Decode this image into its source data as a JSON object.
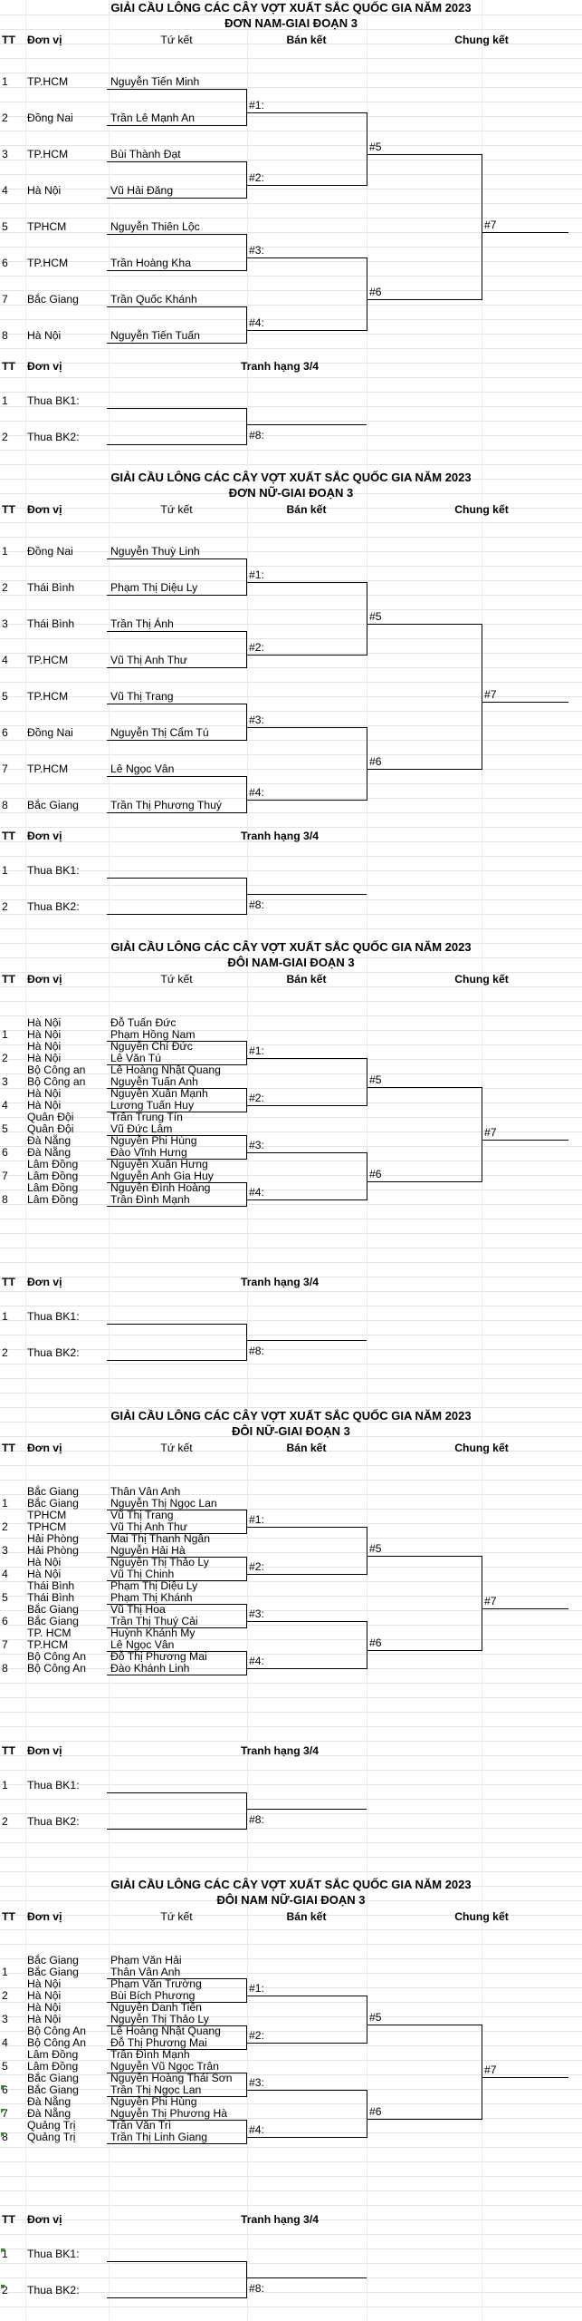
{
  "headers": {
    "tt": "TT",
    "unit": "Đơn vị",
    "qf": "Tứ kết",
    "sf": "Bán kết",
    "final": "Chung kết",
    "third": "Tranh hạng 3/4"
  },
  "third_place": {
    "bk1": "Thua BK1:",
    "bk2": "Thua BK2:"
  },
  "sections": [
    {
      "title": "GIẢI CẦU LÔNG CÁC CÂY VỢT XUẤT SẮC QUỐC GIA NĂM 2023",
      "subtitle": "ĐƠN NAM-GIAI ĐOẠN 3",
      "entries": [
        {
          "no": "1",
          "players": [
            {
              "unit": "TP.HCM",
              "name": "Nguyễn Tiến Minh"
            }
          ]
        },
        {
          "no": "2",
          "players": [
            {
              "unit": "Đồng Nai",
              "name": "Trần Lê Mạnh An"
            }
          ]
        },
        {
          "no": "3",
          "players": [
            {
              "unit": "TP.HCM",
              "name": "Bùi Thành Đạt"
            }
          ]
        },
        {
          "no": "4",
          "players": [
            {
              "unit": "Hà Nội",
              "name": "Vũ Hải Đăng"
            }
          ]
        },
        {
          "no": "5",
          "players": [
            {
              "unit": "TPHCM",
              "name": "Nguyễn Thiên Lộc"
            }
          ]
        },
        {
          "no": "6",
          "players": [
            {
              "unit": "TP.HCM",
              "name": "Trần Hoàng Kha"
            }
          ]
        },
        {
          "no": "7",
          "players": [
            {
              "unit": "Bắc Giang",
              "name": "Trần Quốc Khánh"
            }
          ]
        },
        {
          "no": "8",
          "players": [
            {
              "unit": "Hà Nội",
              "name": "Nguyễn Tiến Tuấn"
            }
          ]
        }
      ],
      "qf": [
        "#1:",
        "#2:",
        "#3:",
        "#4:"
      ],
      "sf": [
        "#5",
        "#6"
      ],
      "final": "#7",
      "third": {
        "no1": "1",
        "no2": "2",
        "match": "#8:"
      }
    },
    {
      "title": "GIẢI CẦU LÔNG CÁC CÂY VỢT XUẤT SẮC QUỐC GIA NĂM 2023",
      "subtitle": "ĐƠN NỮ-GIAI ĐOẠN 3",
      "entries": [
        {
          "no": "1",
          "players": [
            {
              "unit": "Đồng Nai",
              "name": "Nguyễn Thuỳ Linh"
            }
          ]
        },
        {
          "no": "2",
          "players": [
            {
              "unit": "Thái Bình",
              "name": "Phạm Thị Diệu Ly"
            }
          ]
        },
        {
          "no": "3",
          "players": [
            {
              "unit": "Thái Bình",
              "name": "Trần Thị Ánh"
            }
          ]
        },
        {
          "no": "4",
          "players": [
            {
              "unit": "TP.HCM",
              "name": "Vũ Thị Anh Thư"
            }
          ]
        },
        {
          "no": "5",
          "players": [
            {
              "unit": "TP.HCM",
              "name": "Vũ Thị Trang"
            }
          ]
        },
        {
          "no": "6",
          "players": [
            {
              "unit": "Đồng Nai",
              "name": "Nguyễn Thị Cẩm Tú"
            }
          ]
        },
        {
          "no": "7",
          "players": [
            {
              "unit": "TP.HCM",
              "name": "Lê Ngọc Vân"
            }
          ]
        },
        {
          "no": "8",
          "players": [
            {
              "unit": "Bắc Giang",
              "name": "Trần Thị Phương Thuý"
            }
          ]
        }
      ],
      "qf": [
        "#1:",
        "#2:",
        "#3:",
        "#4:"
      ],
      "sf": [
        "#5",
        "#6"
      ],
      "final": "#7",
      "third": {
        "no1": "1",
        "no2": "2",
        "match": "#8:"
      }
    },
    {
      "title": "GIẢI CẦU LÔNG CÁC CÂY VỢT XUẤT SẮC QUỐC GIA NĂM 2023",
      "subtitle": "ĐÔI NAM-GIAI ĐOẠN 3",
      "entries": [
        {
          "no": "1",
          "players": [
            {
              "unit": "Hà Nội",
              "name": "Đỗ Tuấn Đức"
            },
            {
              "unit": "Hà Nội",
              "name": "Phạm Hồng Nam"
            }
          ]
        },
        {
          "no": "2",
          "players": [
            {
              "unit": "Hà Nội",
              "name": "Nguyễn Chí Đức"
            },
            {
              "unit": "Hà Nội",
              "name": "Lê Văn Tú"
            }
          ]
        },
        {
          "no": "3",
          "players": [
            {
              "unit": "Bộ Công an",
              "name": "Lê Hoàng Nhật Quang"
            },
            {
              "unit": "Bộ Công an",
              "name": "Nguyễn Tuấn Anh"
            }
          ]
        },
        {
          "no": "4",
          "players": [
            {
              "unit": "Hà Nội",
              "name": "Nguyễn Xuân Mạnh"
            },
            {
              "unit": "Hà Nội",
              "name": "Lương Tuấn Huy"
            }
          ]
        },
        {
          "no": "5",
          "players": [
            {
              "unit": "Quân Đội",
              "name": "Trần Trung Tín"
            },
            {
              "unit": "Quân Đội",
              "name": "Vũ Đức Lâm"
            }
          ]
        },
        {
          "no": "6",
          "players": [
            {
              "unit": "Đà Nẵng",
              "name": "Nguyễn Phi Hùng"
            },
            {
              "unit": "Đà Nẵng",
              "name": "Đào Vĩnh Hưng"
            }
          ]
        },
        {
          "no": "7",
          "players": [
            {
              "unit": "Lâm Đồng",
              "name": "Nguyễn Xuân Hưng"
            },
            {
              "unit": "Lâm Đồng",
              "name": "Nguyễn Anh Gia Huy"
            }
          ]
        },
        {
          "no": "8",
          "players": [
            {
              "unit": "Lâm Đồng",
              "name": "Nguyễn Đình Hoàng"
            },
            {
              "unit": "Lâm Đồng",
              "name": "Trần Đình Mạnh"
            }
          ]
        }
      ],
      "qf": [
        "#1:",
        "#2:",
        "#3:",
        "#4:"
      ],
      "sf": [
        "#5",
        "#6"
      ],
      "final": "#7",
      "third": {
        "no1": "1",
        "no2": "2",
        "match": "#8:"
      }
    },
    {
      "title": "GIẢI CẦU LÔNG CÁC CÂY VỢT XUẤT SẮC QUỐC GIA NĂM 2023",
      "subtitle": "ĐÔI NỮ-GIAI ĐOẠN 3",
      "entries": [
        {
          "no": "1",
          "players": [
            {
              "unit": "Bắc Giang",
              "name": "Thân Vân Anh"
            },
            {
              "unit": "Bắc Giang",
              "name": "Nguyễn Thị Ngọc Lan"
            }
          ]
        },
        {
          "no": "2",
          "players": [
            {
              "unit": "TPHCM",
              "name": "Vũ Thị Trang"
            },
            {
              "unit": "TPHCM",
              "name": "Vũ Thị Anh Thư"
            }
          ]
        },
        {
          "no": "3",
          "players": [
            {
              "unit": "Hải Phòng",
              "name": "Mai Thị Thanh Ngân"
            },
            {
              "unit": "Hải Phòng",
              "name": "Nguyễn Hải Hà"
            }
          ]
        },
        {
          "no": "4",
          "players": [
            {
              "unit": "Hà Nội",
              "name": "Nguyễn Thị Thảo Ly"
            },
            {
              "unit": "Hà Nội",
              "name": "Vũ Thị Chinh"
            }
          ]
        },
        {
          "no": "5",
          "players": [
            {
              "unit": "Thái Bình",
              "name": "Phạm Thị Diệu Ly"
            },
            {
              "unit": "Thái Bình",
              "name": "Phạm Thị Khánh"
            }
          ]
        },
        {
          "no": "6",
          "players": [
            {
              "unit": "Bắc Giang",
              "name": "Vũ Thị Hoa"
            },
            {
              "unit": "Bắc Giang",
              "name": "Trần Thị Thuý Cải"
            }
          ]
        },
        {
          "no": "7",
          "players": [
            {
              "unit": "TP. HCM",
              "name": "Huỳnh Khánh My"
            },
            {
              "unit": "TP.HCM",
              "name": "Lê Ngọc Vân"
            }
          ]
        },
        {
          "no": "8",
          "players": [
            {
              "unit": "Bộ Công An",
              "name": "Đỗ Thị Phương Mai"
            },
            {
              "unit": "Bộ Công An",
              "name": "Đào Khánh Linh"
            }
          ]
        }
      ],
      "qf": [
        "#1:",
        "#2:",
        "#3:",
        "#4:"
      ],
      "sf": [
        "#5",
        "#6"
      ],
      "final": "#7",
      "third": {
        "no1": "1",
        "no2": "2",
        "match": "#8:"
      }
    },
    {
      "title": "GIẢI CẦU LÔNG CÁC CÂY VỢT XUẤT SẮC QUỐC GIA NĂM 2023",
      "subtitle": "ĐÔI NAM NỮ-GIAI ĐOẠN 3",
      "entries": [
        {
          "no": "1",
          "players": [
            {
              "unit": "Bắc Giang",
              "name": "Phạm Văn Hải"
            },
            {
              "unit": "Bắc Giang",
              "name": "Thân Vân Anh"
            }
          ]
        },
        {
          "no": "2",
          "players": [
            {
              "unit": "Hà Nội",
              "name": "Phạm Văn Trường"
            },
            {
              "unit": "Hà Nội",
              "name": "Bùi Bích Phương"
            }
          ]
        },
        {
          "no": "3",
          "players": [
            {
              "unit": "Hà Nội",
              "name": "Nguyễn Danh Tiến"
            },
            {
              "unit": "Hà Nội",
              "name": "Nguyễn Thị Thảo Ly"
            }
          ]
        },
        {
          "no": "4",
          "players": [
            {
              "unit": "Bộ Công An",
              "name": "Lê Hoàng Nhật Quang"
            },
            {
              "unit": "Bộ Công An",
              "name": "Đỗ Thị Phương Mai"
            }
          ]
        },
        {
          "no": "5",
          "players": [
            {
              "unit": "Lâm Đồng",
              "name": "Trần Đình Mạnh"
            },
            {
              "unit": "Lâm Đồng",
              "name": "Nguyễn Vũ Ngọc Trân"
            }
          ]
        },
        {
          "no": "6",
          "players": [
            {
              "unit": "Bắc Giang",
              "name": "Nguyễn Hoàng Thái Sơn"
            },
            {
              "unit": "Bắc Giang",
              "name": "Trần Thị Ngọc Lan"
            }
          ]
        },
        {
          "no": "7",
          "players": [
            {
              "unit": "Đà Nẵng",
              "name": "Nguyễn Phi Hùng"
            },
            {
              "unit": "Đà Nẵng",
              "name": "Nguyễn Thị Phương Hà"
            }
          ]
        },
        {
          "no": "8",
          "players": [
            {
              "unit": "Quảng Trị",
              "name": "Trần Văn Trì"
            },
            {
              "unit": "Quảng Trị",
              "name": "Trần Thị Linh Giang"
            }
          ]
        }
      ],
      "qf": [
        "#1:",
        "#2:",
        "#3:",
        "#4:"
      ],
      "sf": [
        "#5",
        "#6"
      ],
      "final": "#7",
      "third": {
        "no1": "1",
        "no2": "2",
        "match": "#8:"
      }
    }
  ]
}
